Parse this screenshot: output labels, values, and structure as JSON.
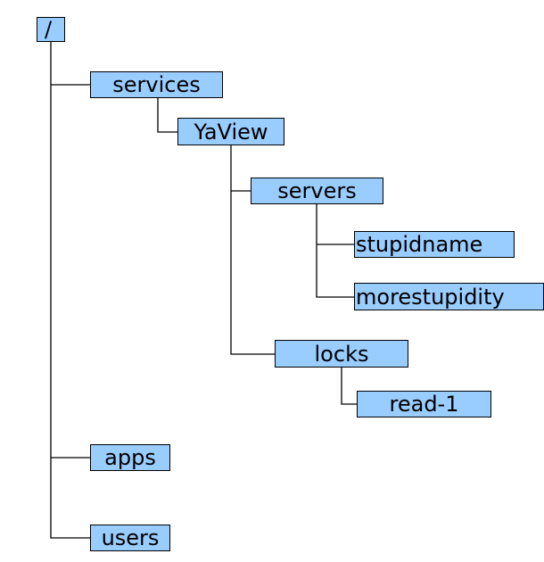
{
  "tree": {
    "root": {
      "label": "/"
    },
    "services": {
      "label": "services"
    },
    "yaview": {
      "label": "YaView"
    },
    "servers": {
      "label": "servers"
    },
    "stupidname": {
      "label": "stupidname"
    },
    "morestupidity": {
      "label": "morestupidity"
    },
    "locks": {
      "label": "locks"
    },
    "read1": {
      "label": "read-1"
    },
    "apps": {
      "label": "apps"
    },
    "users": {
      "label": "users"
    }
  },
  "colors": {
    "node_fill": "#99ccff",
    "node_border": "#000000",
    "connector": "#000000",
    "background": "#ffffff"
  }
}
